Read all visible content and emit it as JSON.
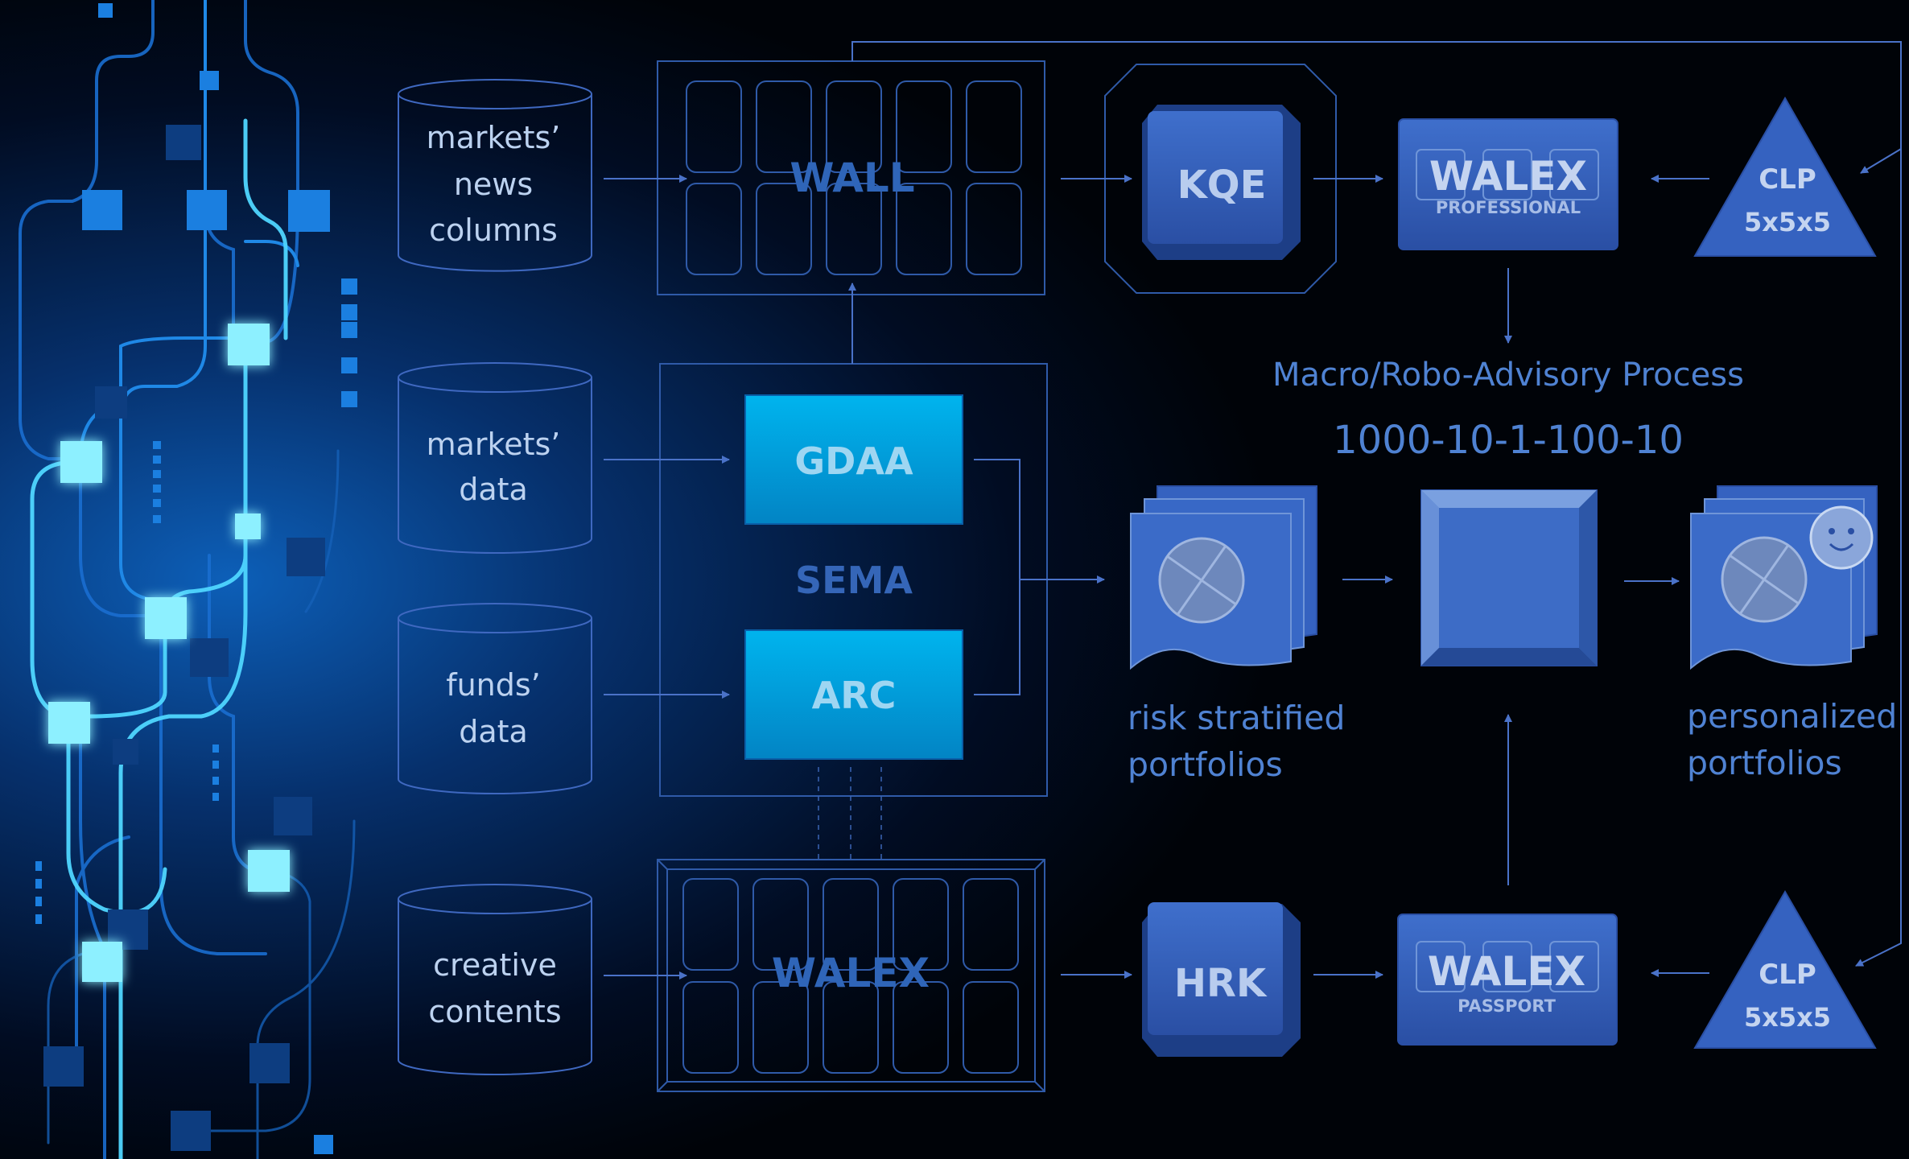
{
  "sources": {
    "news": [
      "markets’",
      "news",
      "columns"
    ],
    "markets": [
      "markets’",
      "data"
    ],
    "funds": [
      "funds’",
      "data"
    ],
    "creative": [
      "creative",
      "contents"
    ]
  },
  "wall": {
    "label": "WALL"
  },
  "sema": {
    "label": "SEMA",
    "gdaa": "GDAA",
    "arc": "ARC"
  },
  "walex_grid": {
    "label": "WALEX"
  },
  "kqe": "KQE",
  "hrk": "HRK",
  "walex_pro": {
    "title": "WALEX",
    "subtitle": "PROFESSIONAL"
  },
  "walex_passport": {
    "title": "WALEX",
    "subtitle": "PASSPORT"
  },
  "clp_top": {
    "line1": "CLP",
    "line2": "5x5x5"
  },
  "clp_bottom": {
    "line1": "CLP",
    "line2": "5x5x5"
  },
  "process": {
    "title": "Macro/Robo-Advisory Process",
    "code": "1000-10-1-100-10"
  },
  "risk": {
    "line1": "risk stratified",
    "line2": "portfolios"
  },
  "personal": {
    "line1": "personalized",
    "line2": "portfolios"
  },
  "colors": {
    "background": "#000308",
    "accent": "#4a72c8",
    "cyan": "#00a8e0",
    "label": "#4f82d2"
  }
}
